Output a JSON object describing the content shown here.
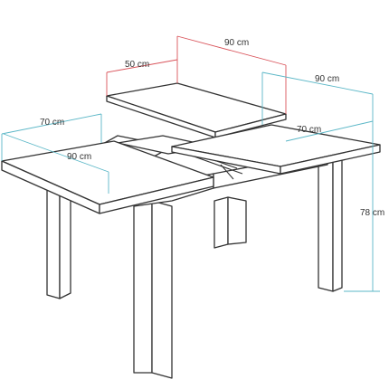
{
  "colors": {
    "outline": "#333333",
    "dimension_cyan": "#5bb7c7",
    "dimension_red": "#d9535a",
    "background": "#ffffff"
  },
  "dimensions": {
    "top_extension_width": "90 cm",
    "top_extension_depth": "50 cm",
    "right_leaf_width": "90 cm",
    "right_leaf_depth": "70 cm",
    "left_leaf_depth": "70 cm",
    "left_leaf_width": "90 cm",
    "table_height": "78 cm"
  }
}
